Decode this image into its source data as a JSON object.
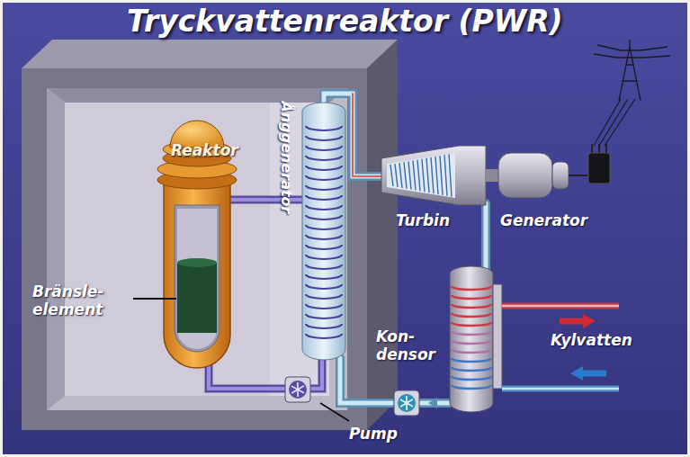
{
  "diagram": {
    "title": "Tryckvattenreaktor (PWR)",
    "labels": [
      "Reaktor",
      "Bränsle- element",
      "Ånggenerator",
      "Turbin",
      "Generator",
      "Kon- densor",
      "Kylvatten",
      "Pump"
    ]
  }
}
